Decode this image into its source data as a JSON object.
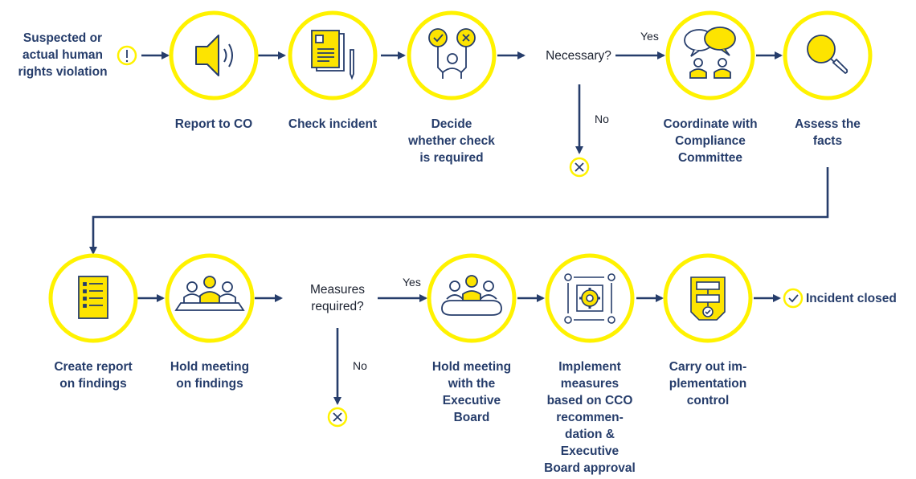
{
  "colors": {
    "navy": "#263d6b",
    "yellow": "#fde400",
    "ring": "#fff200",
    "text": "#1c2230"
  },
  "start": {
    "text": "Suspected or\nactual human\nrights violation",
    "icon": "exclamation-icon"
  },
  "steps": {
    "report": {
      "label": "Report to CO",
      "icon": "megaphone-icon"
    },
    "check": {
      "label": "Check incident",
      "icon": "document-pen-icon"
    },
    "decide": {
      "label": "Decide\nwhether check\nis required",
      "icon": "person-check-cross-icon"
    },
    "coordinate": {
      "label": "Coordinate with\nCompliance\nCommittee",
      "icon": "speech-bubbles-people-icon"
    },
    "assess": {
      "label": "Assess the\nfacts",
      "icon": "magnifier-icon"
    },
    "create_report": {
      "label": "Create report\non findings",
      "icon": "report-list-icon"
    },
    "hold_meeting": {
      "label": "Hold meeting\non findings",
      "icon": "meeting-people-icon"
    },
    "meeting_board": {
      "label": "Hold meeting\nwith the\nExecutive\nBoard",
      "icon": "boardroom-icon"
    },
    "implement": {
      "label": "Implement\nmeasures\nbased on CCO\nrecommen-\ndation &\nExecutive\nBoard approval",
      "icon": "gear-process-icon"
    },
    "control": {
      "label": "Carry out im-\nplementation\ncontrol",
      "icon": "checklist-flow-icon"
    }
  },
  "decisions": {
    "necessary": {
      "question": "Necessary?",
      "yes": "Yes",
      "no": "No"
    },
    "measures": {
      "question": "Measures\nrequired?",
      "yes": "Yes",
      "no": "No"
    }
  },
  "end": {
    "text": "Incident closed",
    "icon": "check-circle-icon"
  },
  "stop_icon": "x-circle-icon"
}
